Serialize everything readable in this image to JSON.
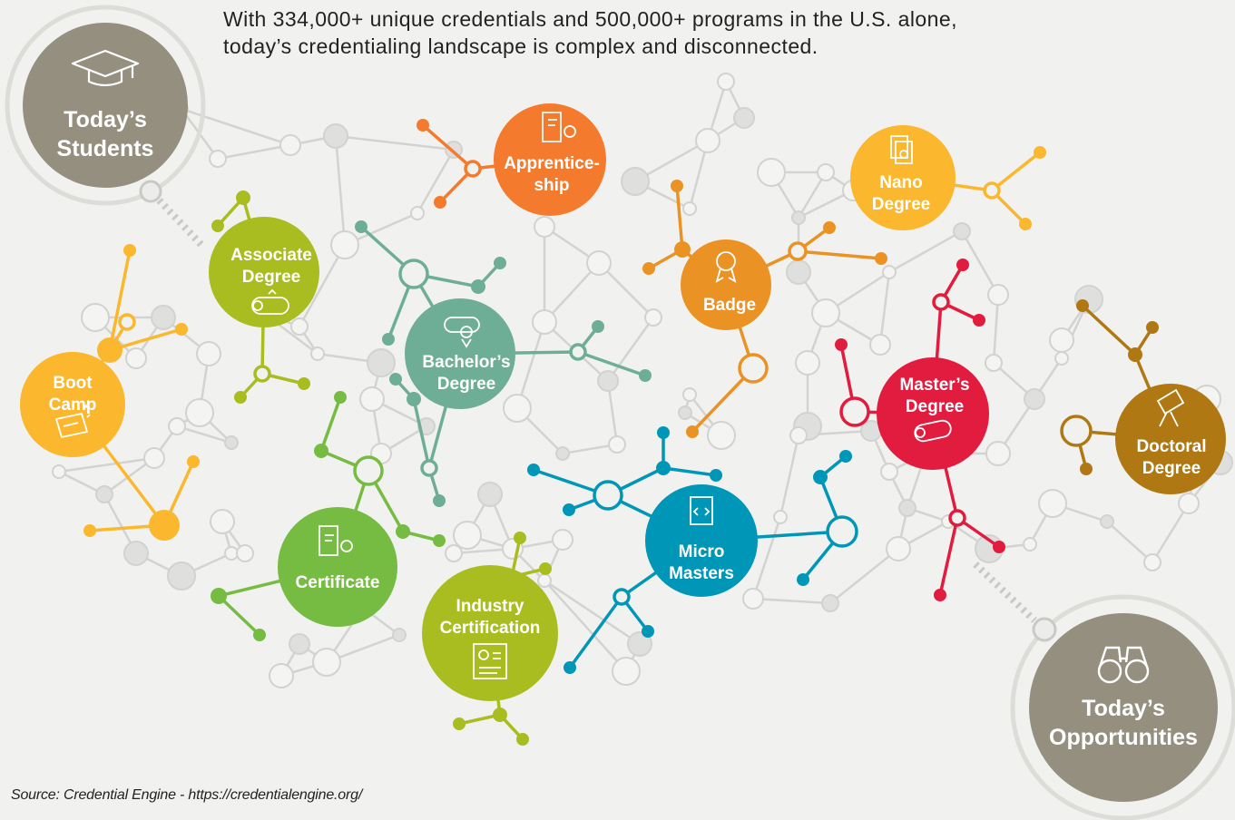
{
  "header": {
    "line1": "With 334,000+ unique credentials and 500,000+ programs in the U.S. alone,",
    "line2": "today’s credentialing landscape is complex and disconnected."
  },
  "students": {
    "lines": [
      "Today’s",
      "Students"
    ],
    "icon": "graduation-cap-icon",
    "color": "#948f7f"
  },
  "opportunities": {
    "lines": [
      "Today’s",
      "Opportunities"
    ],
    "icon": "binoculars-icon",
    "color": "#948f7f"
  },
  "credentials": [
    {
      "key": "boot-camp",
      "lines": [
        "Boot",
        "Camp"
      ],
      "color": "#fbb72e",
      "icon": "map-scroll-icon"
    },
    {
      "key": "associate-degree",
      "lines": [
        "Associate",
        "Degree"
      ],
      "color": "#a9bd21",
      "icon": "diploma-ribbon-icon"
    },
    {
      "key": "apprenticeship",
      "lines": [
        "Apprentice-",
        "ship"
      ],
      "color": "#f47b2e",
      "icon": "certificate-scroll-icon"
    },
    {
      "key": "bachelors-degree",
      "lines": [
        "Bachelor’s",
        "Degree"
      ],
      "color": "#6fae96",
      "icon": "diploma-ribbon-icon"
    },
    {
      "key": "badge",
      "lines": [
        "Badge"
      ],
      "color": "#eb9225",
      "icon": "award-badge-icon"
    },
    {
      "key": "nano-degree",
      "lines": [
        "Nano",
        "Degree"
      ],
      "color": "#fbb72e",
      "icon": "document-stack-icon"
    },
    {
      "key": "masters-degree",
      "lines": [
        "Master’s",
        "Degree"
      ],
      "color": "#e11c3f",
      "icon": "diploma-ribbon-icon"
    },
    {
      "key": "doctoral-degree",
      "lines": [
        "Doctoral",
        "Degree"
      ],
      "color": "#b07812",
      "icon": "telescope-icon"
    },
    {
      "key": "certificate",
      "lines": [
        "Certificate"
      ],
      "color": "#76bc43",
      "icon": "certificate-scroll-icon"
    },
    {
      "key": "industry-certification",
      "lines": [
        "Industry",
        "Certification"
      ],
      "color": "#a9bd21",
      "icon": "certified-document-icon"
    },
    {
      "key": "micro-masters",
      "lines": [
        "Micro",
        "Masters"
      ],
      "color": "#0096b8",
      "icon": "code-document-icon"
    }
  ],
  "source": {
    "label": "Source:",
    "text": " Credential Engine - https://credentialengine.org/"
  }
}
